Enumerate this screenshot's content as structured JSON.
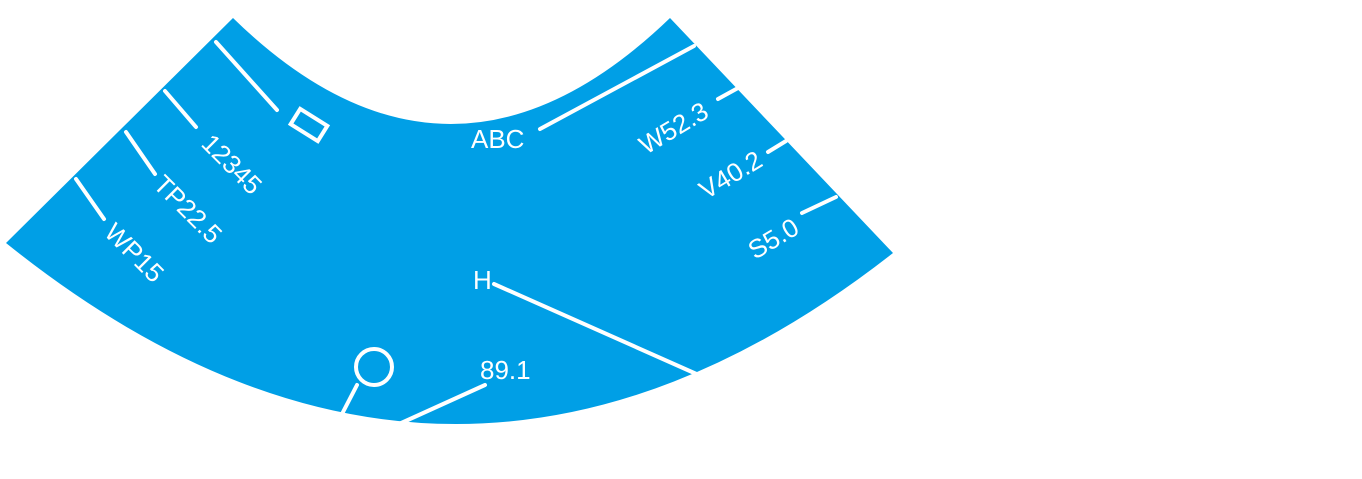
{
  "colors": {
    "sector_fill": "#009FE6",
    "line": "#FFFFFF",
    "background": "#FFFFFF"
  },
  "labels": {
    "abc": "ABC",
    "w": "W52.3",
    "v": "V40.2",
    "s": "S5.0",
    "h": "H",
    "value": "89.1",
    "num": "12345",
    "tp": "TP22.5",
    "wp": "WP15"
  },
  "symbols": [
    "rectangle",
    "circle"
  ]
}
